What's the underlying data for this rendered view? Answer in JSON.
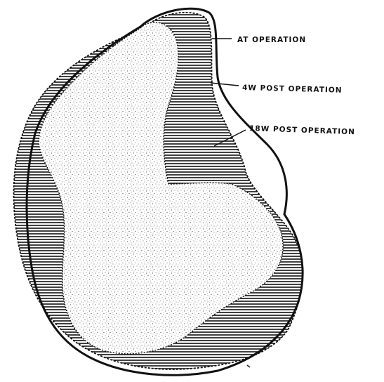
{
  "labels": {
    "at_operation": "AT OPERATION",
    "post_4w": "4W POST OPERATION",
    "post_18w": "18W POST OPERATION"
  },
  "colors": {
    "ink": "#111111",
    "background": "#ffffff"
  }
}
